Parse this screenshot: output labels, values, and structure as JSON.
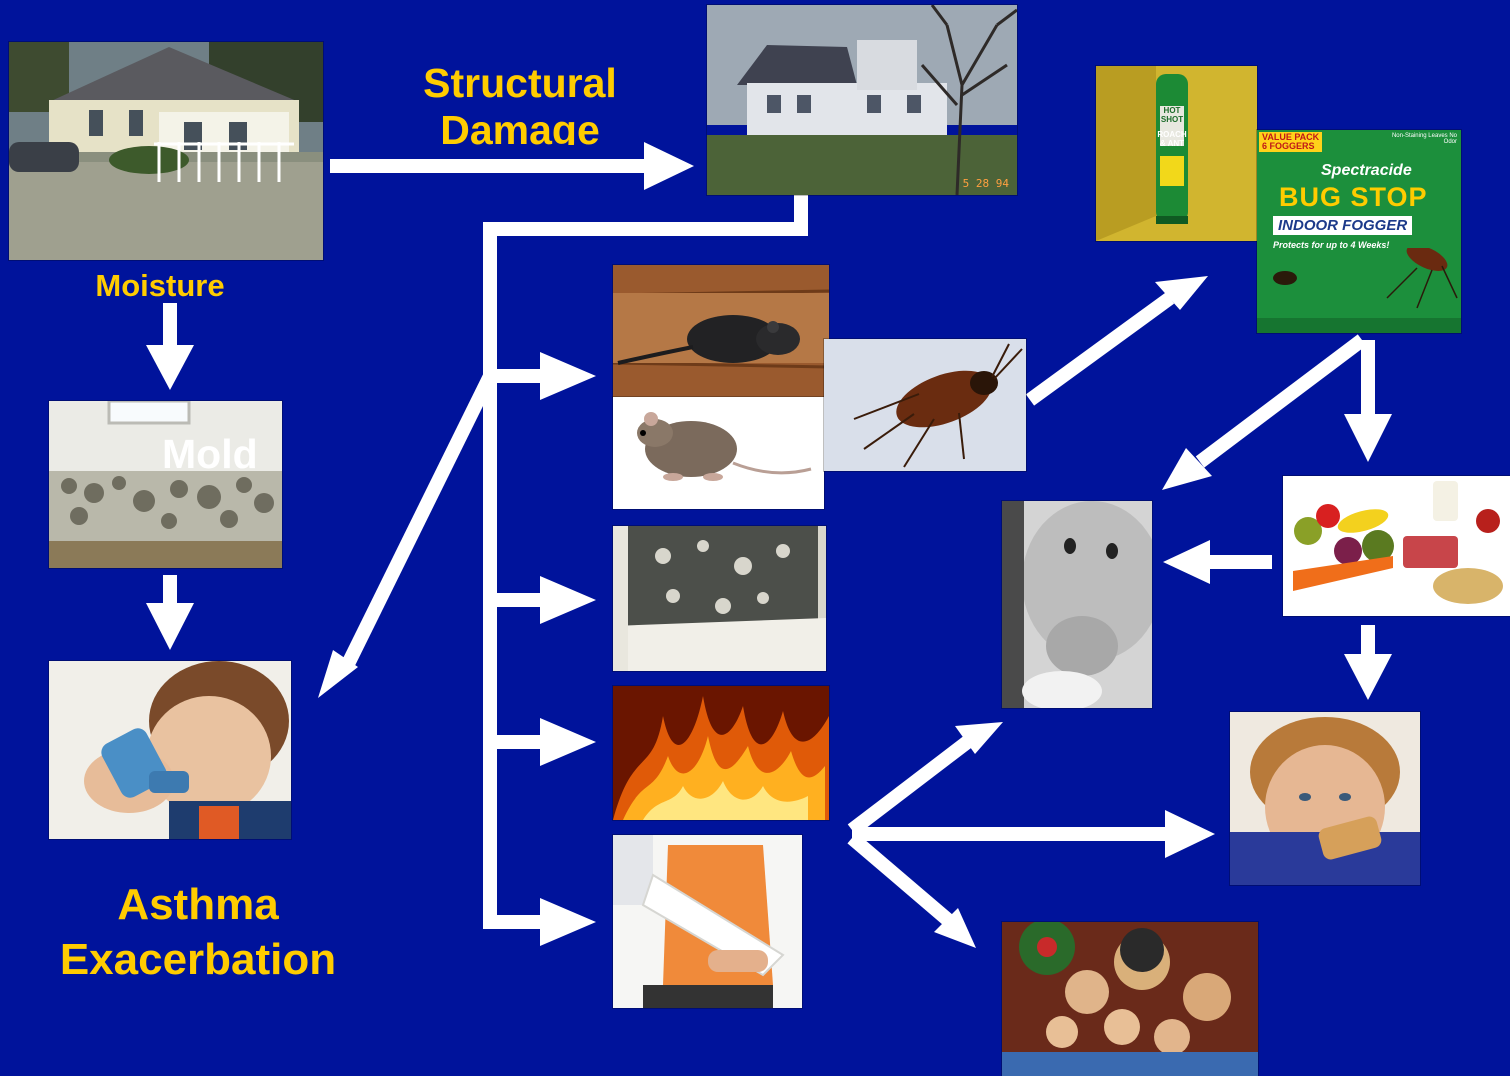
{
  "colors": {
    "background": "#00139b",
    "label": "#ffcc00",
    "arrow": "#ffffff",
    "mold_label": "#ffffff"
  },
  "labels": {
    "moisture": "Moisture",
    "structural_damage": [
      "Structural",
      "Damage"
    ],
    "mold": "Mold",
    "asthma": [
      "Asthma",
      "Exacerbation"
    ]
  },
  "photo_captions": {
    "house_date": "5 28 94"
  },
  "product_text": {
    "hot_shot": [
      "HOT",
      "SHOT",
      "ROACH",
      "& ANT"
    ],
    "bug_stop": {
      "value_pack": "VALUE PACK",
      "foggers": "6 FOGGERS",
      "no_odor": "Non-Staining Leaves No Odor",
      "brand": "Spectracide",
      "name": "BUG STOP",
      "type": "INDOOR FOGGER",
      "protects": "Protects for up to 4 Weeks!"
    }
  }
}
